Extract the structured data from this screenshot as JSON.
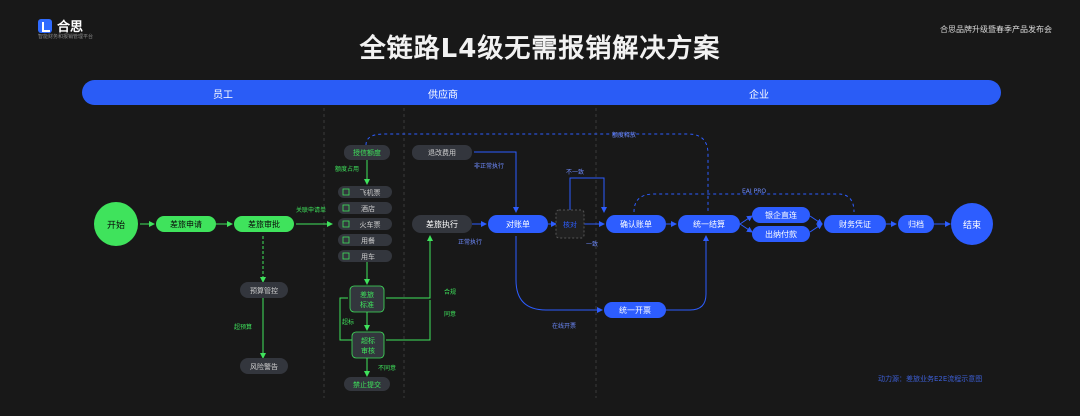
{
  "brand": {
    "name": "合思",
    "tagline": "智能财务和报销管理平台"
  },
  "event": "合思品牌升级暨春季产品发布会",
  "title": "全链路L4级无需报销解决方案",
  "lanes": {
    "employee": "员工",
    "supplier": "供应商",
    "enterprise": "企业"
  },
  "nodes": {
    "start": "开始",
    "apply": "差旅申请",
    "approve": "差旅审批",
    "budget": "预算管控",
    "risk": "风险警告",
    "grant": "授信额度",
    "change": "退改费用",
    "exec": "差旅执行",
    "flight": "飞机票",
    "hotel": "酒店",
    "train": "火车票",
    "meal": "用餐",
    "car": "用车",
    "std1": "差旅",
    "std2": "标准",
    "over1": "超标",
    "over2": "审核",
    "forbid": "禁止提交",
    "recon": "对账单",
    "check": "核对",
    "confirm": "确认账单",
    "settle": "统一结算",
    "direct": "银企直连",
    "cashier": "出纳付款",
    "voucher": "财务凭证",
    "archive": "归档",
    "invoice": "统一开票",
    "end": "结束"
  },
  "labels": {
    "occupy": "额度占用",
    "link": "关联申请单",
    "overbudget": "超预算",
    "overstd": "超标",
    "ok": "合规",
    "agree": "同意",
    "disagree": "不同意",
    "abnormal": "非正常执行",
    "normal": "正常执行",
    "notmatch": "不一致",
    "match": "一致",
    "release": "额度释放",
    "eai": "EAI PRO",
    "bulk": "在线开票"
  },
  "footer": "动力源：差旅业务E2E流程示意图",
  "colors": {
    "green": "#3fe35c",
    "blue": "#2d5dff",
    "dark": "#3a3d47",
    "grid": "#444444"
  }
}
